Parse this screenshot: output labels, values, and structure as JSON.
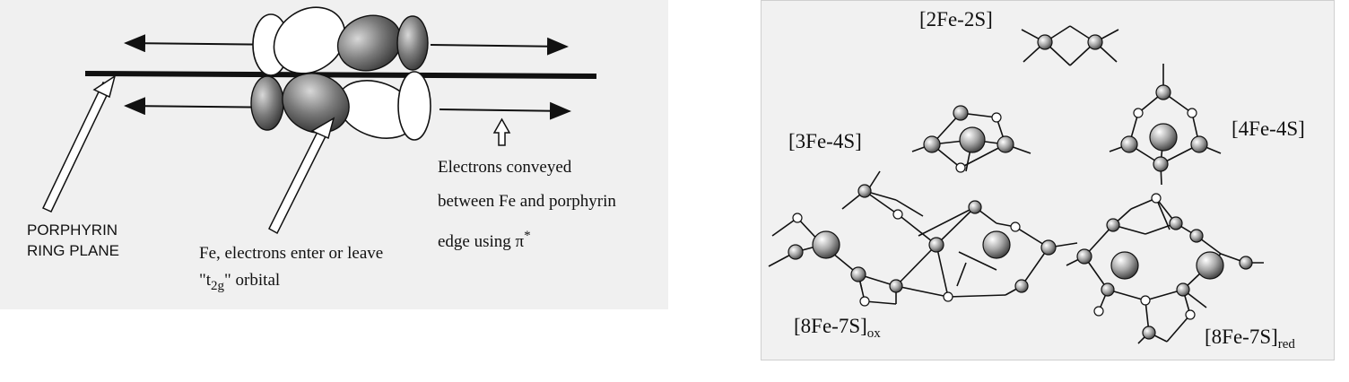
{
  "left_figure": {
    "porphyrin_label": [
      "PORPHYRIN",
      "RING PLANE"
    ],
    "fe_label": [
      "Fe, electrons enter or leave",
      "\"t",
      "2g",
      "\" orbital"
    ],
    "electrons_label": [
      "Electrons conveyed",
      "between Fe and porphyrin",
      "edge using π",
      "*"
    ]
  },
  "right_figure": {
    "clusters": [
      {
        "name": "[2Fe-2S]"
      },
      {
        "name": "[3Fe-4S]"
      },
      {
        "name": "[4Fe-4S]"
      },
      {
        "name": "[8Fe-7S]",
        "subscript": "ox"
      },
      {
        "name": "[8Fe-7S]",
        "subscript": "red"
      }
    ]
  },
  "colors": {
    "orbital_fill": "#8a8a8a",
    "line": "#111111",
    "background": "#f0f0f0"
  }
}
